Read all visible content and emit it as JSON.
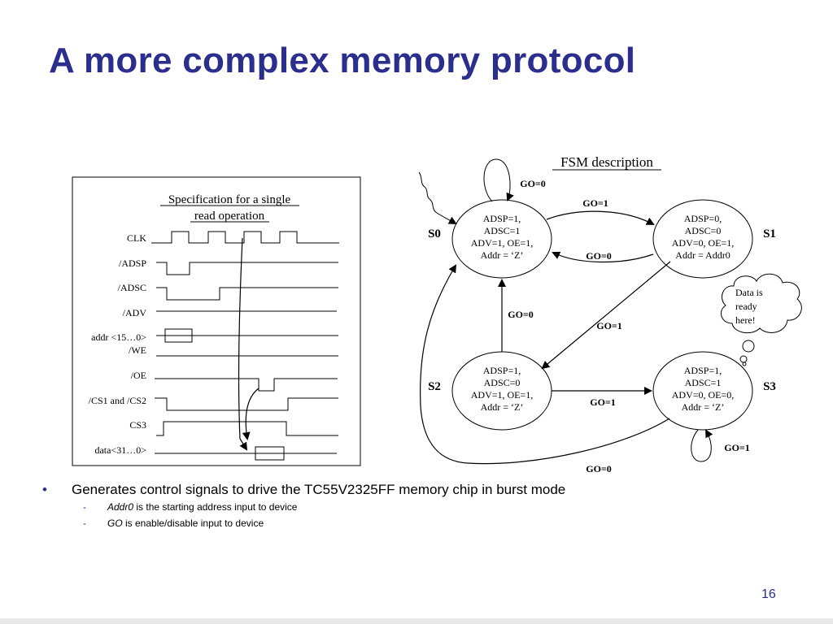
{
  "slide": {
    "title": "A more complex memory protocol",
    "page_number": "16"
  },
  "timing": {
    "title_line1": "Specification for a single",
    "title_line2": "read operation",
    "signals": [
      "CLK",
      "/ADSP",
      "/ADSC",
      "/ADV",
      "addr <15…0>",
      "/WE",
      "/OE",
      "/CS1 and /CS2",
      "CS3",
      "data<31…0>"
    ]
  },
  "fsm": {
    "title": "FSM description",
    "states": [
      {
        "name": "S0",
        "lines": [
          "ADSP=1,",
          "ADSC=1",
          "ADV=1, OE=1,",
          "Addr = ‘Z’"
        ]
      },
      {
        "name": "S1",
        "lines": [
          "ADSP=0,",
          "ADSC=0",
          "ADV=0, OE=1,",
          "Addr = Addr0"
        ]
      },
      {
        "name": "S2",
        "lines": [
          "ADSP=1,",
          "ADSC=0",
          "ADV=1, OE=1,",
          "Addr = ‘Z’"
        ]
      },
      {
        "name": "S3",
        "lines": [
          "ADSP=1,",
          "ADSC=1",
          "ADV=0, OE=0,",
          "Addr = ‘Z’"
        ]
      }
    ],
    "transitions": {
      "s0_self": "GO=0",
      "s0_to_s1": "GO=1",
      "s1_to_s0": "GO=0",
      "s2_to_s0": "GO=0",
      "s1_to_s2": "GO=1",
      "s2_to_s3": "GO=1",
      "s3_self": "GO=1",
      "s3_to_s0": "GO=0"
    },
    "cloud": {
      "lines": [
        "Data is",
        "ready",
        "here!"
      ]
    }
  },
  "bullets": {
    "main": "Generates control signals to drive the TC55V2325FF memory chip in burst mode",
    "sub": [
      {
        "term": "Addr0",
        "text": " is the starting address input to device"
      },
      {
        "term": "GO",
        "text": " is enable/disable input to device"
      }
    ]
  },
  "colors": {
    "title": "#2b2e8c",
    "bullet_marker": "#2b2e8c",
    "lines": "#000000"
  }
}
